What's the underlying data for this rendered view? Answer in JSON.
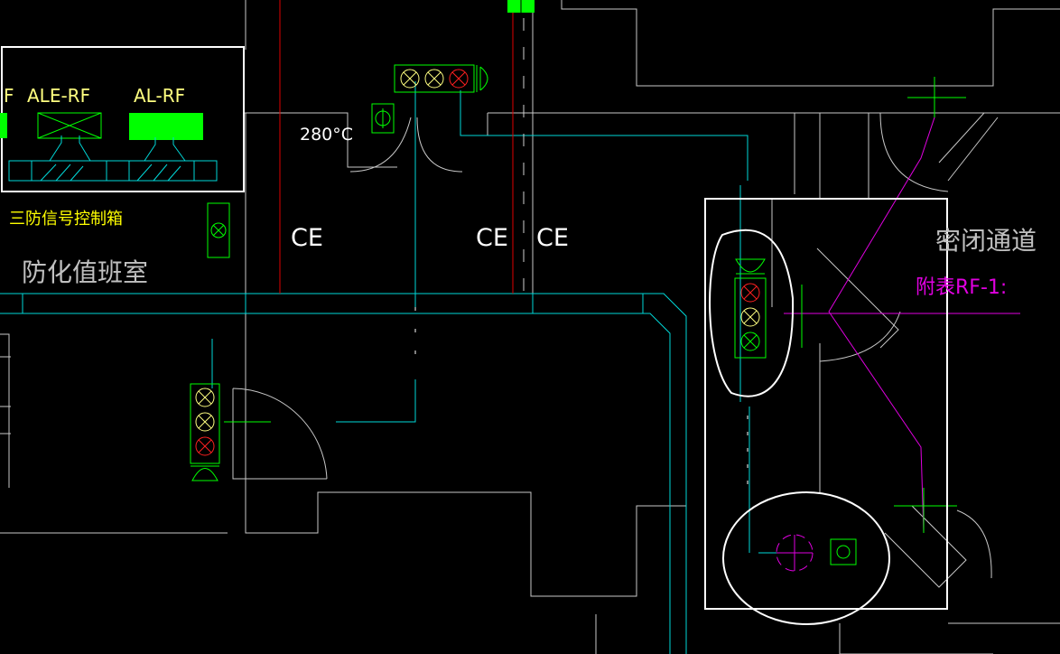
{
  "labels": {
    "frag_f": "F",
    "ale_rf": "ALE-RF",
    "al_rf": "AL-RF",
    "temp": "280°C",
    "ce_1": "CE",
    "ce_2": "CE",
    "ce_3": "CE",
    "signal_box": "三防信号控制箱",
    "duty_room": "防化值班室",
    "sealed_passage": "密闭通道",
    "table_ref": "附表RF-1:"
  },
  "colors": {
    "background": "#000000",
    "wall_cyan": "#00d8d8",
    "wall_gray": "#c8c8c8",
    "device_green": "#00ff00",
    "red_light": "#ff2020",
    "yellow_light": "#ffff80",
    "magenta": "#e000e0",
    "red_line": "#e00000",
    "annotation_white": "#ffffff",
    "yellow_text": "#ffff00"
  },
  "icons": {
    "signal_light": "signal-light-icon",
    "horn": "alarm-horn-icon",
    "damper": "air-damper-icon",
    "fire_valve": "fire-valve-icon",
    "junction": "junction-box-icon"
  }
}
